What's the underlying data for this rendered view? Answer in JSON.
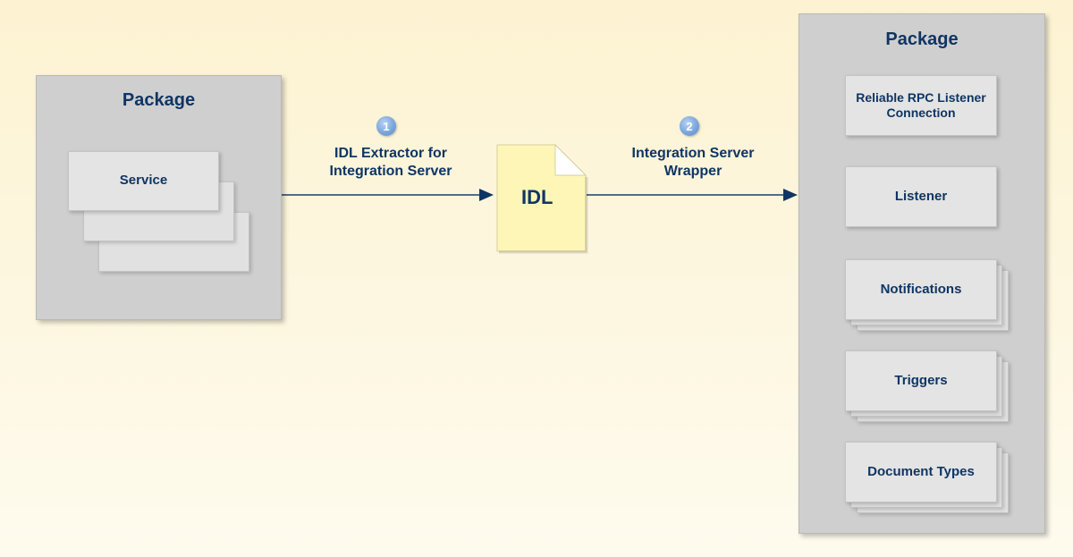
{
  "left_package": {
    "title": "Package",
    "service_label": "Service"
  },
  "steps": [
    {
      "number": "1",
      "label": "IDL Extractor for Integration Server"
    },
    {
      "number": "2",
      "label": "Integration Server Wrapper"
    }
  ],
  "idl_document": {
    "label": "IDL"
  },
  "right_package": {
    "title": "Package",
    "items": [
      {
        "label": "Reliable RPC Listener Connection",
        "stacked": false
      },
      {
        "label": "Listener",
        "stacked": false
      },
      {
        "label": "Notifications",
        "stacked": true
      },
      {
        "label": "Triggers",
        "stacked": true
      },
      {
        "label": "Document Types",
        "stacked": true
      }
    ]
  },
  "colors": {
    "text": "#0f3564",
    "package_bg": "#cfcfcf",
    "card_bg": "#e4e4e4",
    "idl_bg": "#fdf6b6",
    "step_badge": "#7ba6dc"
  }
}
